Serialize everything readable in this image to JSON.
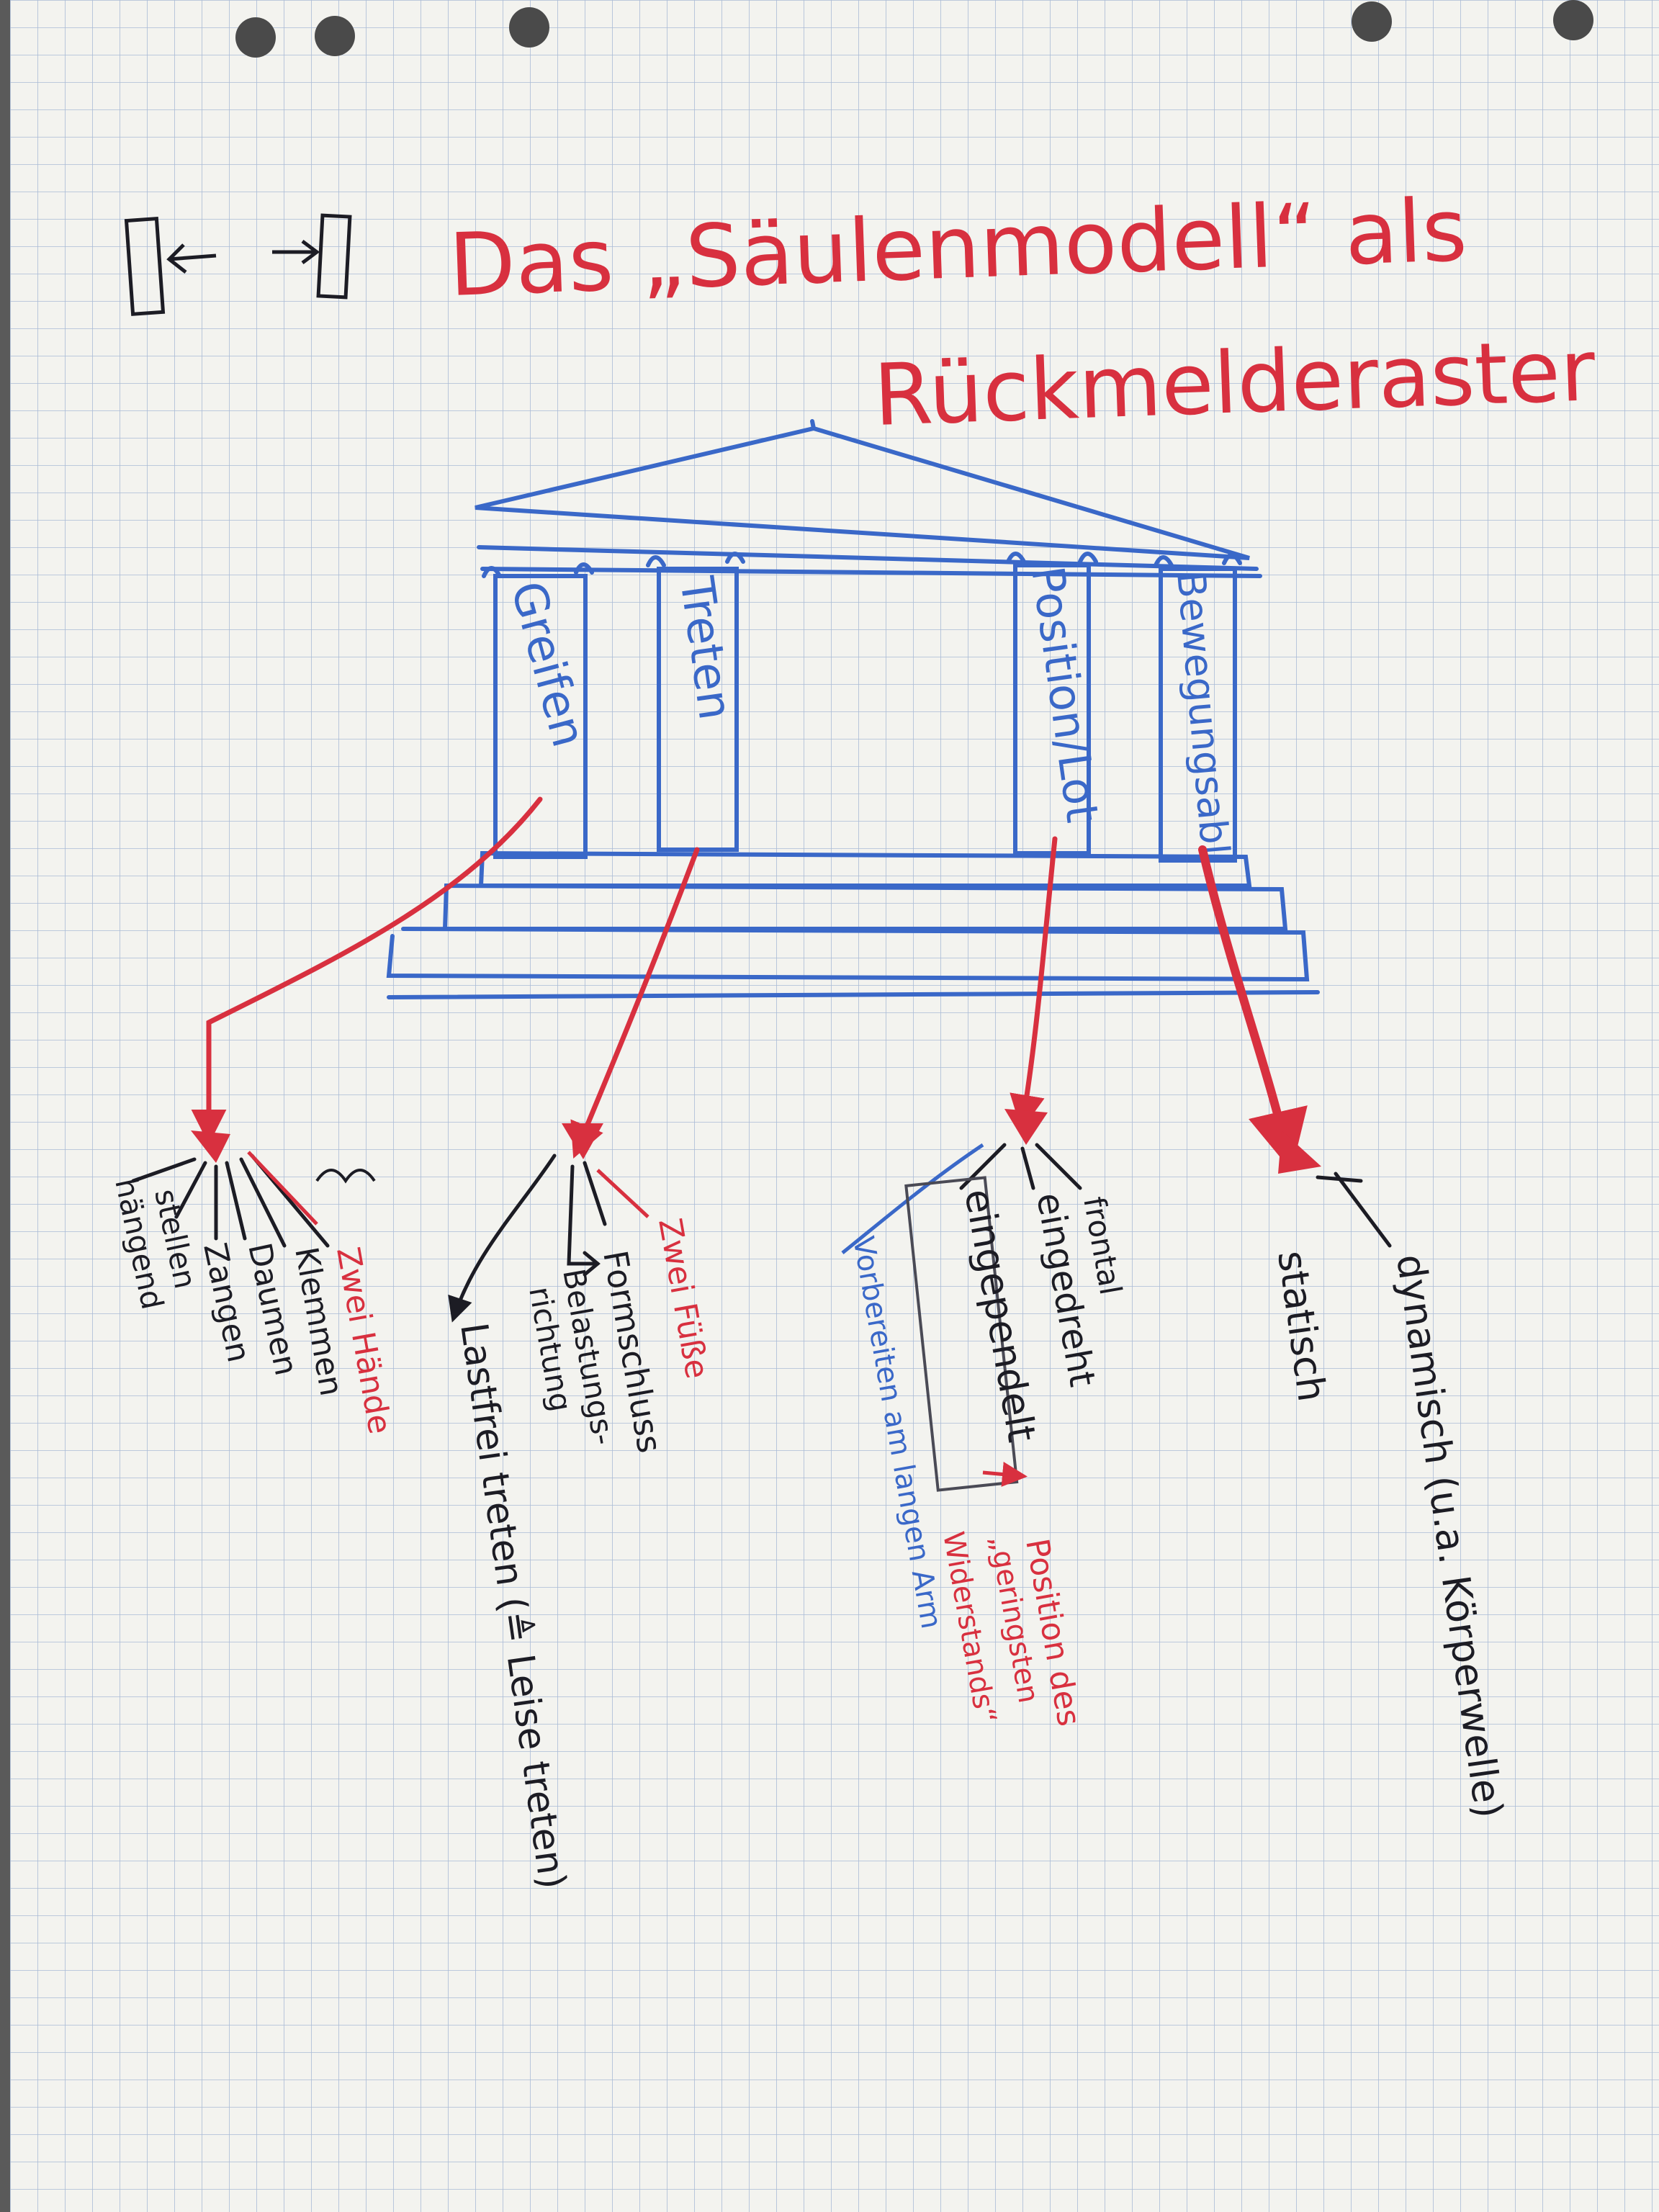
{
  "title": {
    "line1": "Das „Säulenmodell“ als",
    "line2": "Rückmelderaster"
  },
  "pillars": [
    {
      "label": "Greifen"
    },
    {
      "label": "Treten"
    },
    {
      "label": "Position/Lot"
    },
    {
      "label": "Bewegungsabl."
    }
  ],
  "branches": {
    "greifen": {
      "red_note": "Zwei Hände",
      "items": [
        "Klemmen",
        "Daumen",
        "Zangen",
        "stellen",
        "hängend"
      ]
    },
    "treten": {
      "red_note": "Zwei Füße",
      "items": [
        "Formschluss",
        "Belastungs-",
        "richtung"
      ],
      "long_item": "Lastfrei treten (≜ Leise treten)"
    },
    "position": {
      "items": [
        "frontal",
        "eingedreht",
        "eingependelt"
      ],
      "blue_note": "Vorbereiten am langen Arm",
      "red_note_lines": [
        "Position des",
        "„geringsten",
        "Widerstands“"
      ]
    },
    "bewegung": {
      "items": [
        "statisch",
        "dynamisch (u.a. Körperwelle)"
      ]
    }
  },
  "colors": {
    "paper": "#f3f3ef",
    "grid": "#aabbd6",
    "red": "#d8303f",
    "blue": "#3a68c8",
    "black": "#1c1c24"
  }
}
